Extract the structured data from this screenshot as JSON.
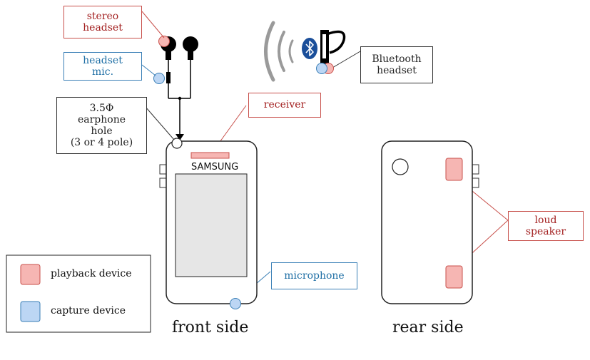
{
  "labels": {
    "stereo_headset": "stereo\nheadset",
    "headset_mic": "headset\nmic.",
    "earphone_hole": "3.5Φ\nearphone\nhole\n(3 or 4 pole)",
    "receiver": "receiver",
    "bluetooth_headset": "Bluetooth\nheadset",
    "microphone": "microphone",
    "loud_speaker": "loud\nspeaker",
    "brand": "SAMSUNG",
    "front_side": "front side",
    "rear_side": "rear side"
  },
  "legend": {
    "playback": "playback device",
    "capture": "capture device"
  },
  "colors": {
    "playback_fill": "#f6b6b3",
    "playback_stroke": "#c8504b",
    "capture_fill": "#bcd6f4",
    "capture_stroke": "#3a7fb6",
    "bluetooth_blue": "#1b4f9a"
  }
}
